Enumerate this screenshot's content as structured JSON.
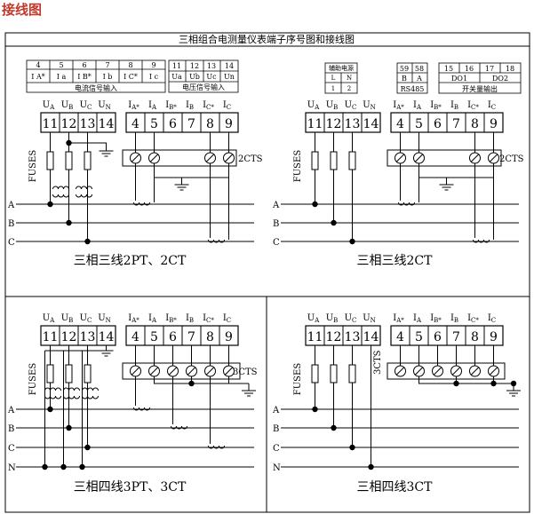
{
  "page_title": "接线图",
  "frame_title": "三相组合电测量仪表端子序号图和接线图",
  "colors": {
    "title": "#c0392b",
    "ink": "#000000"
  },
  "current_input": {
    "numbers": [
      "4",
      "5",
      "6",
      "7",
      "8",
      "9"
    ],
    "signals": [
      "I A*",
      "I a",
      "I B*",
      "I b",
      "I C*",
      "I c"
    ],
    "caption": "电流信号输入"
  },
  "voltage_input": {
    "numbers": [
      "11",
      "12",
      "13",
      "14"
    ],
    "signals": [
      "Ua",
      "Ub",
      "Uc",
      "Un"
    ],
    "caption": "电压信号输入"
  },
  "aux_power": {
    "caption": "辅助电源",
    "signals": [
      "L",
      "N"
    ],
    "numbers": [
      "1",
      "2"
    ]
  },
  "rs485": {
    "numbers": [
      "59",
      "58"
    ],
    "signals": [
      "B",
      "A"
    ],
    "caption": "RS485"
  },
  "switch_output": {
    "numbers": [
      "15",
      "16",
      "17",
      "18"
    ],
    "signals": [
      "DO1",
      "DO2"
    ],
    "caption": "开关量输出"
  },
  "terminal_labels": {
    "voltage": [
      "UA",
      "UB",
      "UC",
      "UN"
    ],
    "current": [
      "IA*",
      "IA",
      "IB*",
      "IB",
      "IC*",
      "IC"
    ],
    "voltage_numbers": [
      "11",
      "12",
      "13",
      "14"
    ],
    "current_numbers": [
      "4",
      "5",
      "6",
      "7",
      "8",
      "9"
    ]
  },
  "phase_labels": [
    "A",
    "B",
    "C",
    "N"
  ],
  "fuses_label": "FUSES",
  "ct_labels": {
    "two": "2CTS",
    "three": "3CTS"
  },
  "diagrams": [
    {
      "caption": "三相三线2PT、2CT"
    },
    {
      "caption": "三相三线2CT"
    },
    {
      "caption": "三相四线3PT、3CT"
    },
    {
      "caption": "三相四线3CT"
    }
  ]
}
